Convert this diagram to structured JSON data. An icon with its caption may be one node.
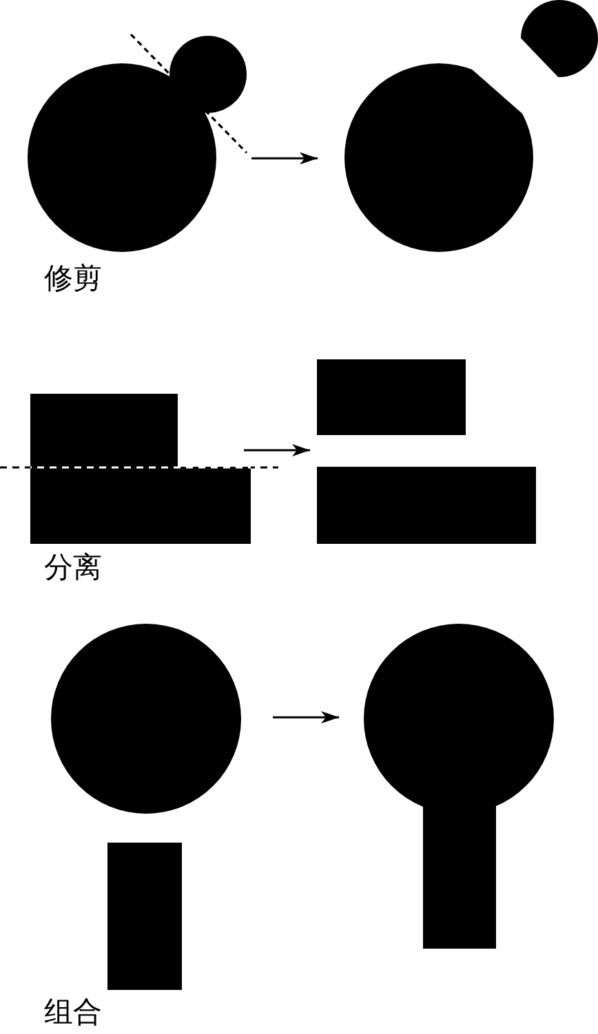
{
  "diagram": {
    "nodes": [
      {
        "text": [],
        "shape": "circle"
      },
      {
        "text": [],
        "shape": "circle"
      },
      {
        "text": [],
        "shape": "circle"
      },
      {
        "text": [],
        "shape": "circle"
      },
      {
        "text": [],
        "shape": "box"
      },
      {
        "text": [],
        "shape": "box"
      },
      {
        "text": [],
        "shape": "box"
      },
      {
        "text": [],
        "shape": "box"
      },
      {
        "text": [],
        "shape": "circle"
      },
      {
        "text": [],
        "shape": "box"
      },
      {
        "text": [],
        "shape": "circle"
      },
      {
        "text": [],
        "shape": "box"
      }
    ],
    "edges": [
      {
        "from": 0,
        "to": 2,
        "arrow": "to"
      },
      {
        "from": 5,
        "to": 7,
        "arrow": "to"
      },
      {
        "from": 8,
        "to": 10,
        "arrow": "to"
      }
    ],
    "labels": [
      "修剪",
      "分离",
      "组合"
    ]
  }
}
